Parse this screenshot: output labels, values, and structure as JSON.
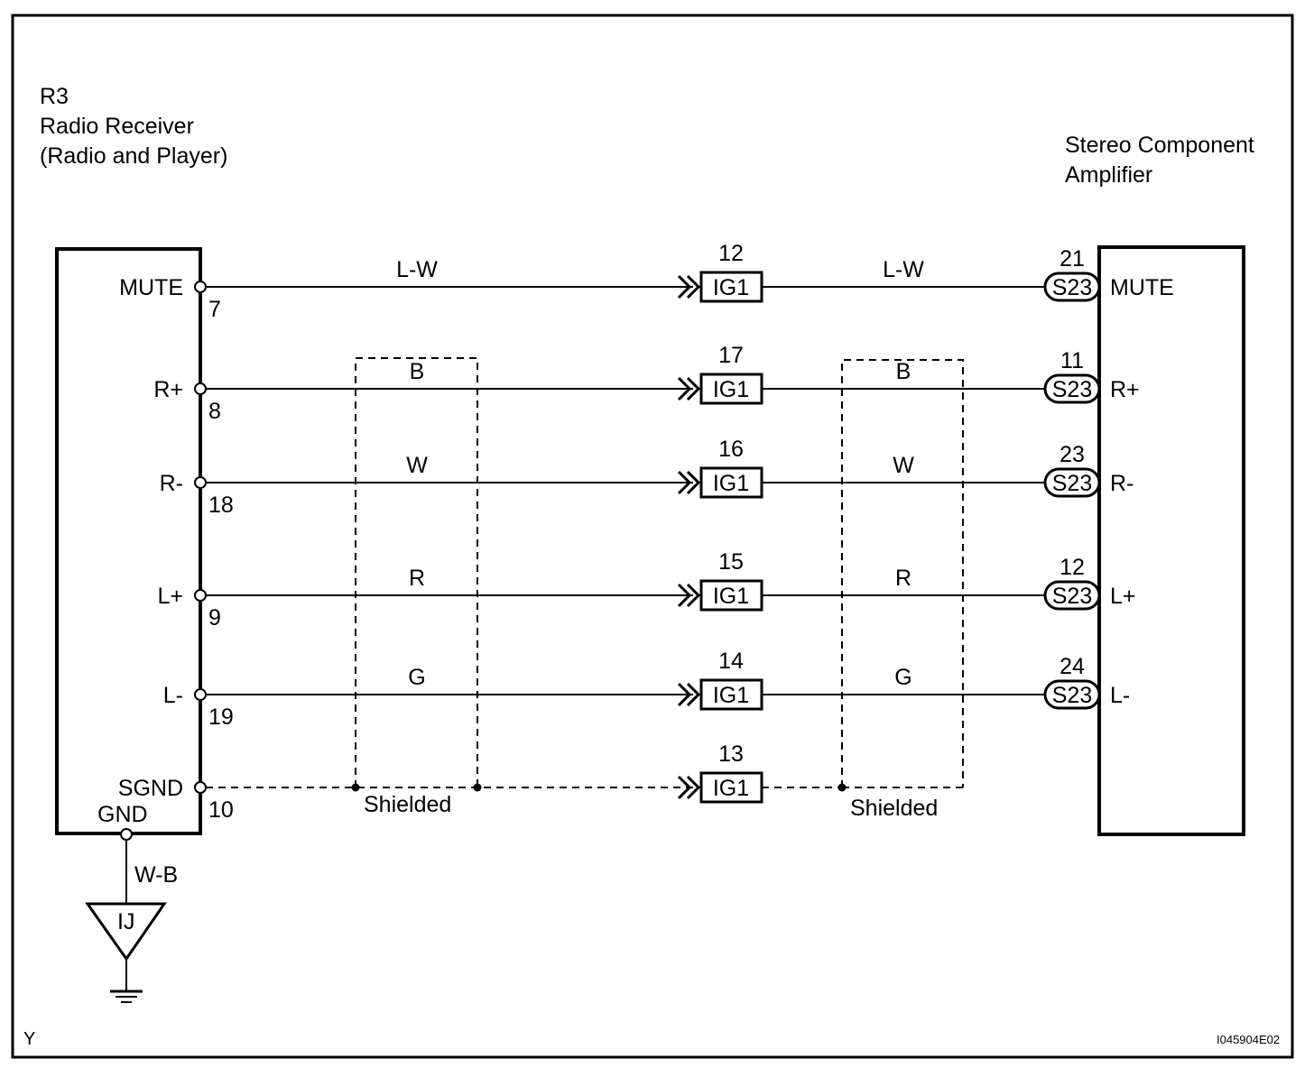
{
  "diagram": {
    "left_component": {
      "code": "R3",
      "name_line1": "Radio Receiver",
      "name_line2": "(Radio and Player)"
    },
    "right_component": {
      "name_line1": "Stereo Component",
      "name_line2": "Amplifier"
    },
    "wires": [
      {
        "signal": "MUTE",
        "left_pin": "7",
        "color_left": "L-W",
        "junction_pin": "12",
        "junction": "IG1",
        "color_right": "L-W",
        "connector_pin": "21",
        "connector": "S23",
        "right_signal": "MUTE",
        "shielded": false
      },
      {
        "signal": "R+",
        "left_pin": "8",
        "color_left": "B",
        "junction_pin": "17",
        "junction": "IG1",
        "color_right": "B",
        "connector_pin": "11",
        "connector": "S23",
        "right_signal": "R+",
        "shielded": false
      },
      {
        "signal": "R-",
        "left_pin": "18",
        "color_left": "W",
        "junction_pin": "16",
        "junction": "IG1",
        "color_right": "W",
        "connector_pin": "23",
        "connector": "S23",
        "right_signal": "R-",
        "shielded": false
      },
      {
        "signal": "L+",
        "left_pin": "9",
        "color_left": "R",
        "junction_pin": "15",
        "junction": "IG1",
        "color_right": "R",
        "connector_pin": "12",
        "connector": "S23",
        "right_signal": "L+",
        "shielded": false
      },
      {
        "signal": "L-",
        "left_pin": "19",
        "color_left": "G",
        "junction_pin": "14",
        "junction": "IG1",
        "color_right": "G",
        "connector_pin": "24",
        "connector": "S23",
        "right_signal": "L-",
        "shielded": false
      },
      {
        "signal": "SGND",
        "left_pin": "10",
        "color_left": "",
        "junction_pin": "13",
        "junction": "IG1",
        "color_right": "",
        "connector_pin": "",
        "connector": "",
        "right_signal": "",
        "shielded": true
      }
    ],
    "shield_label_left": "Shielded",
    "shield_label_right": "Shielded",
    "ground": {
      "terminal": "GND",
      "wire_color": "W-B",
      "ground_point": "IJ"
    },
    "corner_mark": "Y",
    "figure_id": "I045904E02"
  }
}
